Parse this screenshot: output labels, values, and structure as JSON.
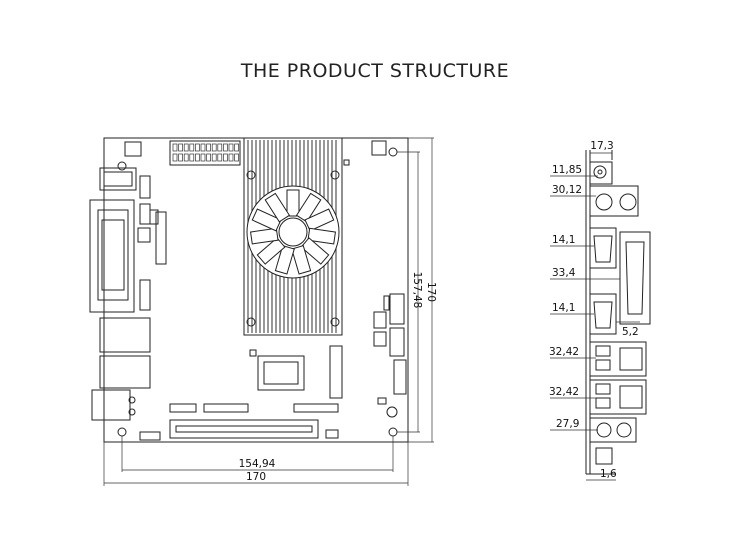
{
  "title": "THE PRODUCT STRUCTURE",
  "board_dimensions": {
    "width_inner": "154,94",
    "width_total": "170",
    "height_inner": "157,48",
    "height_total": "170"
  },
  "io_dimensions": {
    "depth": "17,3",
    "audio_jack": "11,85",
    "ps2": "30,12",
    "com1": "14,1",
    "db25": "33,4",
    "com2": "14,1",
    "offset": "5,2",
    "lan1": "32,42",
    "lan2": "32,42",
    "audio_bottom": "27,9",
    "bracket": "1,6"
  }
}
